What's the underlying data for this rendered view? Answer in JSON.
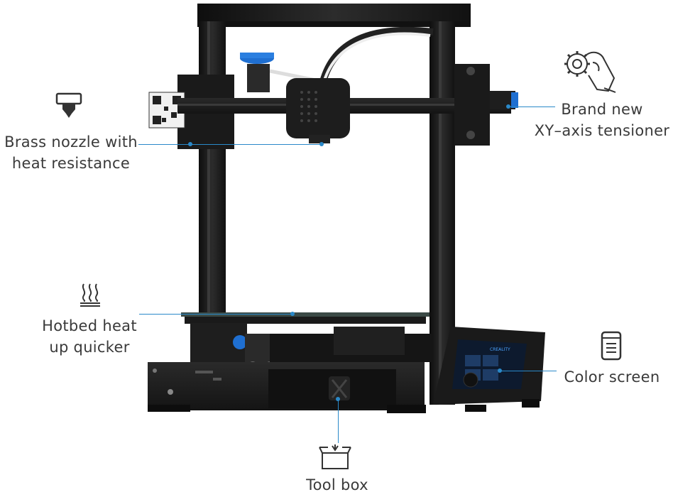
{
  "features": {
    "nozzle": {
      "line1": "Brass nozzle with",
      "line2": "heat resistance",
      "icon": "nozzle-icon"
    },
    "tensioner": {
      "line1": "Brand new",
      "line2": "XY–axis tensioner",
      "icon": "hand-gear-icon"
    },
    "hotbed": {
      "line1": "Hotbed heat",
      "line2": "up quicker",
      "icon": "heat-waves-icon"
    },
    "screen": {
      "line1": "Color screen",
      "icon": "screen-icon"
    },
    "toolbox": {
      "line1": "Tool box",
      "icon": "box-icon"
    }
  },
  "printer": {
    "qr_label": "QR",
    "screen_brand": "CREALITY"
  },
  "colors": {
    "accent": "#2a89c9",
    "frame": "#1c1c1c",
    "knob": "#1f6fd1",
    "text": "#3a3a3a"
  }
}
